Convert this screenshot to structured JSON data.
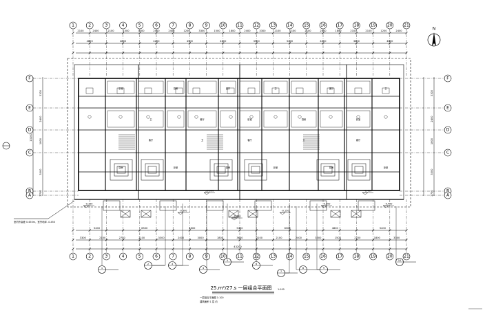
{
  "drawing": {
    "title": "25.m²/27.s 一层组合平面图",
    "scale": "1:100",
    "subnote_1": "一层组合平面图 1:100",
    "subnote_2": "建筑面积 1 层 约",
    "left_note": "室内外高差 0.450m，室外地坪 -0.450"
  },
  "north_arrow": {
    "label": "N",
    "icon": "north-arrow-icon"
  },
  "axes_top": [
    "1",
    "2",
    "3",
    "4",
    "5",
    "6",
    "7",
    "8",
    "9",
    "10",
    "11",
    "12",
    "13",
    "14",
    "15",
    "16",
    "17",
    "18",
    "19",
    "20",
    "21"
  ],
  "axes_bottom": [
    "1",
    "2",
    "3",
    "4",
    "5",
    "6",
    "7",
    "8",
    "9",
    "10",
    "11",
    "12",
    "13",
    "14",
    "15",
    "16",
    "17",
    "18",
    "19",
    "20",
    "21"
  ],
  "axes_left": [
    "F",
    "E",
    "D",
    "C",
    "B",
    "A"
  ],
  "axes_right": [
    "F",
    "E",
    "D",
    "C",
    "B",
    "A"
  ],
  "dims_top_row1": [
    "2100",
    "2400",
    "2100",
    "1500",
    "3300",
    "2400",
    "2400",
    "1200",
    "3300",
    "1500",
    "1800",
    "2400",
    "3300",
    "2100",
    "2100",
    "2100",
    "2400",
    "1800",
    "2100",
    "2100",
    "1200",
    "2400"
  ],
  "dims_top_row2": [
    "4800",
    "4800",
    "4200",
    "4500",
    "4200",
    "3900",
    "5400",
    "4200",
    "3600",
    "4800"
  ],
  "dims_bottom_row1": [
    "3300",
    "2100",
    "2700",
    "2100",
    "3300",
    "2400",
    "3000",
    "1800",
    "3600",
    "2100",
    "2100",
    "2400",
    "3300",
    "1500",
    "2700",
    "1800",
    "3300"
  ],
  "dims_bottom_row2": [
    "5400",
    "6300",
    "4800",
    "5400",
    "6300",
    "4800",
    "5400"
  ],
  "overall_bottom": "43200",
  "overall_left": "13200",
  "dims_left": [
    "3300",
    "2400",
    "1800",
    "3000",
    "2700"
  ],
  "dims_right": [
    "3300",
    "2400",
    "1800",
    "3000",
    "2700"
  ],
  "elev_labels": [
    "-0.150",
    "-0.300",
    "-0.450",
    "-0.150",
    "-0.300",
    "-0.450",
    "±0.000",
    "-0.450"
  ],
  "room_labels": [
    "卧室",
    "卫",
    "厨房",
    "餐厅",
    "客厅",
    "卧室",
    "卫",
    "厨房",
    "客厅",
    "卧室",
    "卫",
    "厨房",
    "客厅",
    "卧室",
    "卫",
    "厨房",
    "客厅",
    "卧室",
    "卫",
    "厨房",
    "客厅",
    "卧室"
  ],
  "callouts": [
    "1",
    "2",
    "3",
    "4",
    "5",
    "6",
    "7",
    "8",
    "9",
    "10"
  ]
}
